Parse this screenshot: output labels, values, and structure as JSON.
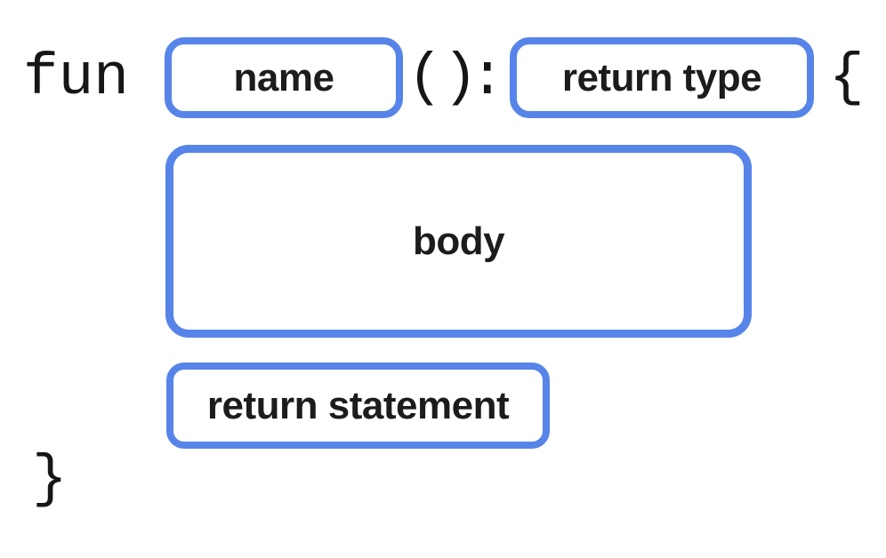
{
  "diagram": {
    "description": "function syntax diagram",
    "code_tokens": {
      "keyword_fun": "fun",
      "parentheses": "()",
      "colon": ":",
      "open_brace": "{",
      "close_brace": "}"
    },
    "slots": {
      "name": "name",
      "return_type": "return type",
      "body": "body",
      "return_statement": "return statement"
    },
    "colors": {
      "slot_border_blue": "#5684E8",
      "code_text": "#161616",
      "label_text": "#1c1c1e"
    }
  }
}
